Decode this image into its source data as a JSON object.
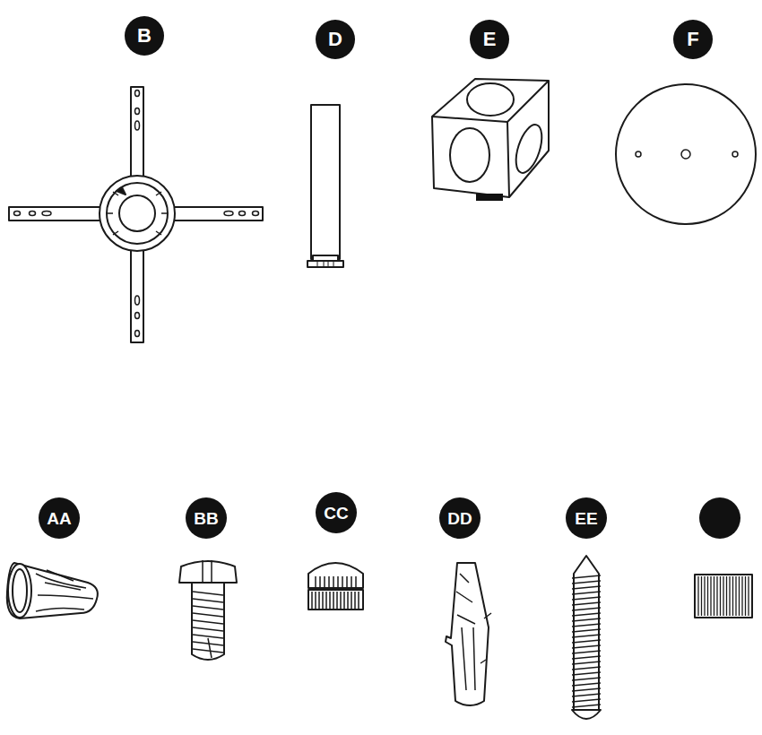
{
  "diagram": {
    "labels": [
      "B",
      "D",
      "E",
      "F",
      "AA",
      "BB",
      "CC",
      "DD",
      "EE"
    ]
  }
}
